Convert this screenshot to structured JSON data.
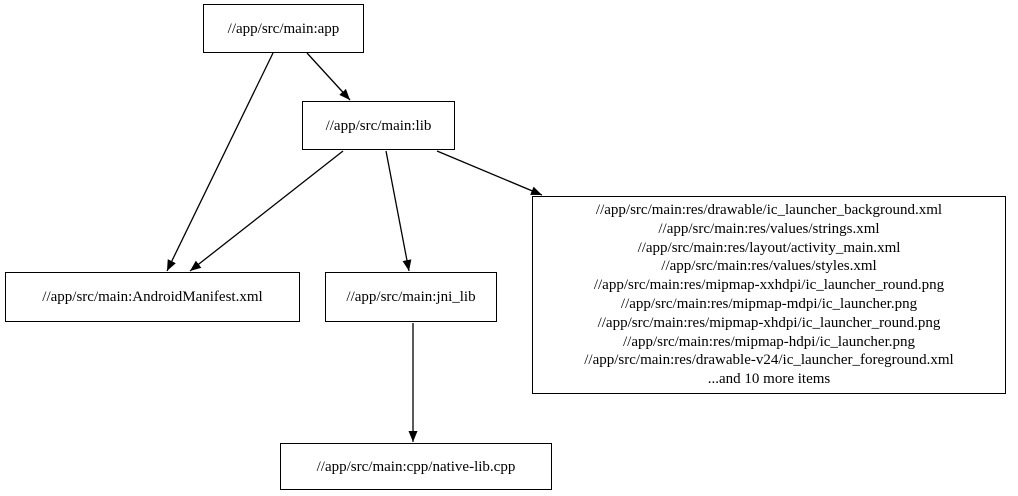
{
  "diagram": {
    "type": "build-dependency-graph",
    "background_color": "#ffffff",
    "node_border_color": "#000000",
    "edge_color": "#000000",
    "text_color": "#000000",
    "nodes": [
      {
        "id": "app",
        "label": "//app/src/main:app"
      },
      {
        "id": "lib",
        "label": "//app/src/main:lib"
      },
      {
        "id": "manifest",
        "label": "//app/src/main:AndroidManifest.xml"
      },
      {
        "id": "jni_lib",
        "label": "//app/src/main:jni_lib"
      },
      {
        "id": "res_filegroup",
        "lines": [
          "//app/src/main:res/drawable/ic_launcher_background.xml",
          "//app/src/main:res/values/strings.xml",
          "//app/src/main:res/layout/activity_main.xml",
          "//app/src/main:res/values/styles.xml",
          "//app/src/main:res/mipmap-xxhdpi/ic_launcher_round.png",
          "//app/src/main:res/mipmap-mdpi/ic_launcher.png",
          "//app/src/main:res/mipmap-xhdpi/ic_launcher_round.png",
          "//app/src/main:res/mipmap-hdpi/ic_launcher.png",
          "//app/src/main:res/drawable-v24/ic_launcher_foreground.xml",
          "...and 10 more items"
        ]
      },
      {
        "id": "native_lib_cpp",
        "label": "//app/src/main:cpp/native-lib.cpp"
      }
    ],
    "edges": [
      {
        "from": "app",
        "to": "lib"
      },
      {
        "from": "app",
        "to": "manifest"
      },
      {
        "from": "lib",
        "to": "manifest"
      },
      {
        "from": "lib",
        "to": "jni_lib"
      },
      {
        "from": "lib",
        "to": "res_filegroup"
      },
      {
        "from": "jni_lib",
        "to": "native_lib_cpp"
      }
    ]
  }
}
